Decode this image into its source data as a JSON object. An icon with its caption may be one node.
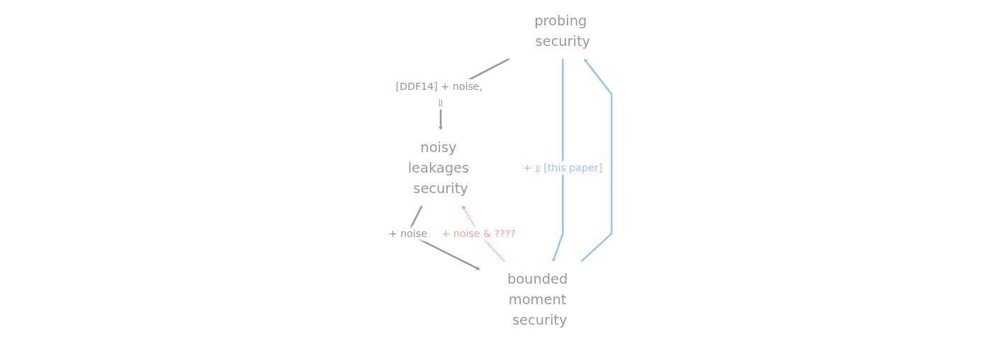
{
  "diagram": {
    "nodes": [
      {
        "text": [
          "probing security"
        ]
      },
      {
        "text": [
          "noisy leakages security"
        ]
      },
      {
        "text": [
          "bounded moment security"
        ]
      }
    ],
    "edges": [
      {
        "from": 0,
        "to": 1,
        "arrow": "to",
        "label": "[DDF14] + noise, ⫫"
      },
      {
        "from": 0,
        "to": 2,
        "arrow": "to",
        "label": "+ ⫫ [this paper]",
        "color": "#9dc3e6"
      },
      {
        "from": 2,
        "to": 0,
        "arrow": "to",
        "color": "#9dc3e6"
      },
      {
        "from": 1,
        "to": 2,
        "arrow": "to",
        "label": "+ noise"
      },
      {
        "from": 2,
        "to": 1,
        "arrow": "to",
        "label": "+ noise & ????",
        "style": "dashed",
        "color": "#f4a0a0"
      }
    ]
  }
}
